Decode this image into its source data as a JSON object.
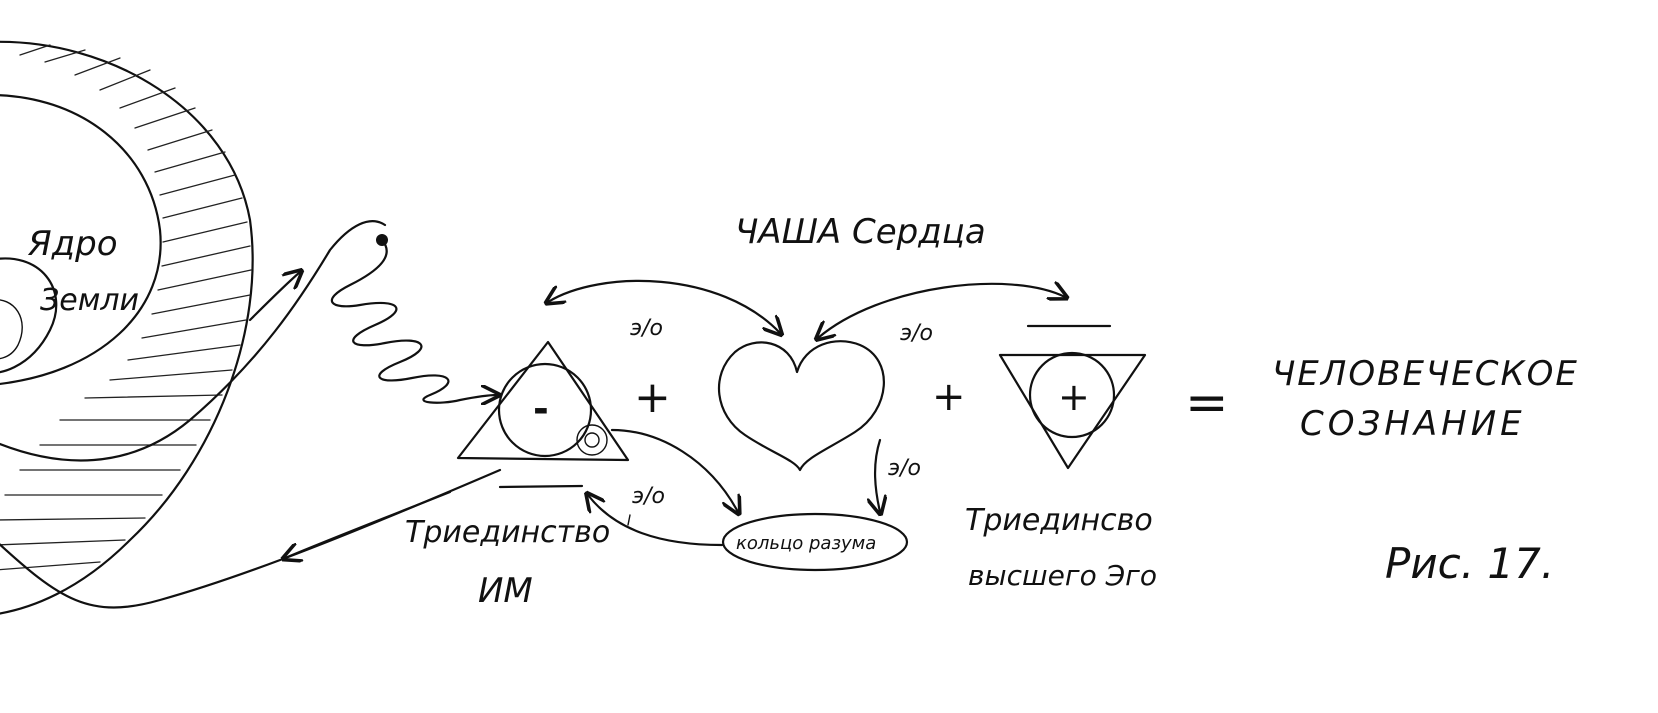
{
  "labels": {
    "earth_core_line1": "Ядро",
    "earth_core_line2": "Земли",
    "heart_cup": "ЧАША Сердца",
    "trinity_im_line1": "Триединство",
    "trinity_im_line2": "ИМ",
    "ring_of_reason": "кольцо разума",
    "trinity_higher_ego_line1": "Триединсво",
    "trinity_higher_ego_line2": "высшего Эго",
    "human_consciousness_line1": "ЧЕЛОВЕЧЕСКОЕ",
    "human_consciousness_line2": "СОЗНАНИЕ",
    "figure_caption": "Рис. 17."
  },
  "symbols": {
    "plus_1": "+",
    "plus_2": "+",
    "equals": "=",
    "minus_in_triangle": "-",
    "plus_in_triangle": "+",
    "energy_arrow_left": "э/о",
    "energy_arrow_right": "э/о",
    "energy_heart_down": "э/о",
    "energy_ring": "э/о"
  },
  "colors": {
    "ink": "#111111",
    "paper": "#ffffff"
  }
}
